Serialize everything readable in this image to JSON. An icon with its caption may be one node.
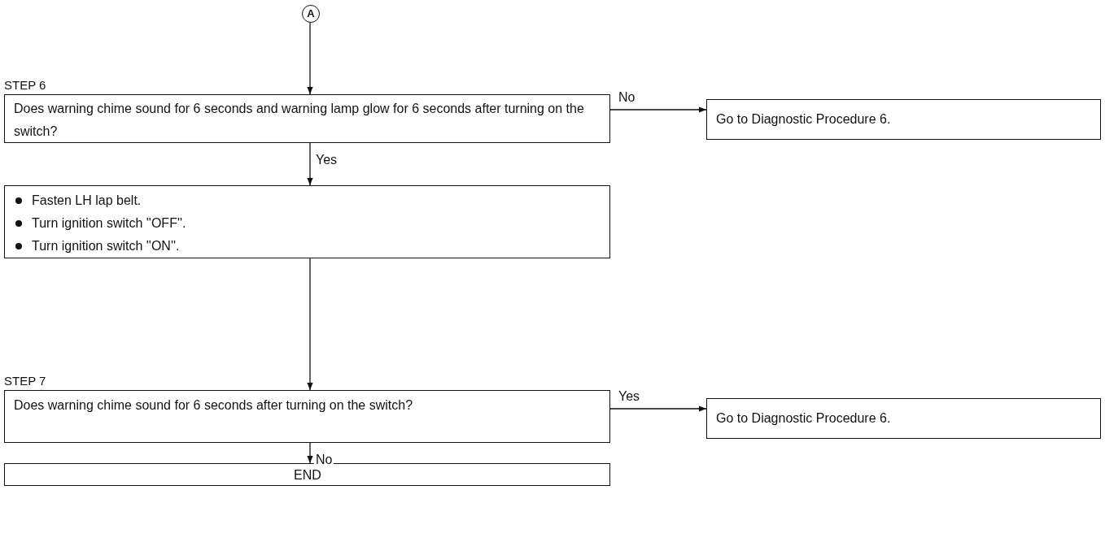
{
  "diagram": {
    "nodes": [
      {
        "text": [
          "A"
        ]
      },
      {
        "text": [
          "STEP 6",
          "Does warning chime sound for 6 seconds and warning lamp glow for 6 seconds after turning on the switch?"
        ]
      },
      {
        "text": [
          "Go to Diagnostic Procedure 6."
        ]
      },
      {
        "text": [
          "Fasten LH lap belt.",
          "Turn ignition switch ''OFF''.",
          "Turn ignition switch ''ON''."
        ]
      },
      {
        "text": [
          "STEP 7",
          "Does warning chime sound for 6 seconds after turning on the switch?"
        ]
      },
      {
        "text": [
          "Go to Diagnostic Procedure 6."
        ]
      },
      {
        "text": [
          "END"
        ]
      }
    ],
    "edges": [
      {
        "from": 0,
        "to": 1,
        "arrow": "to"
      },
      {
        "from": 1,
        "to": 2,
        "arrow": "to",
        "label": "No"
      },
      {
        "from": 1,
        "to": 3,
        "arrow": "to",
        "label": "Yes"
      },
      {
        "from": 3,
        "to": 4,
        "arrow": "to"
      },
      {
        "from": 4,
        "to": 5,
        "arrow": "to",
        "label": "Yes"
      },
      {
        "from": 4,
        "to": 6,
        "arrow": "to",
        "label": "No"
      }
    ]
  }
}
